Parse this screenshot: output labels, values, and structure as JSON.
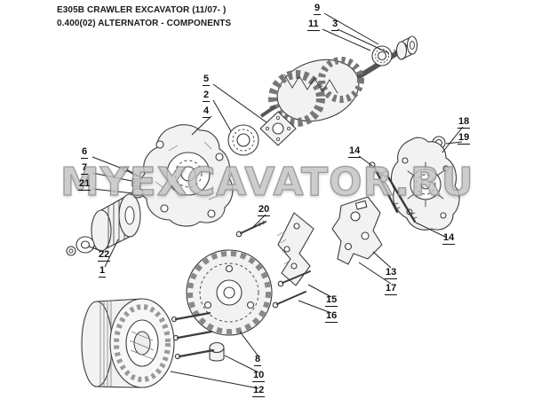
{
  "header": {
    "model_line": "E305B CRAWLER EXCAVATOR (11/07- )",
    "section_line": "0.400(02) ALTERNATOR - COMPONENTS"
  },
  "watermark": {
    "text": "MYEXCAVATOR.RU"
  },
  "diagram": {
    "callouts": [
      {
        "label": "9"
      },
      {
        "label": "11"
      },
      {
        "label": "3"
      },
      {
        "label": "5"
      },
      {
        "label": "2"
      },
      {
        "label": "4"
      },
      {
        "label": "18"
      },
      {
        "label": "19"
      },
      {
        "label": "6"
      },
      {
        "label": "7"
      },
      {
        "label": "21"
      },
      {
        "label": "14"
      },
      {
        "label": "14"
      },
      {
        "label": "20"
      },
      {
        "label": "13"
      },
      {
        "label": "17"
      },
      {
        "label": "22"
      },
      {
        "label": "1"
      },
      {
        "label": "15"
      },
      {
        "label": "16"
      },
      {
        "label": "8"
      },
      {
        "label": "10"
      },
      {
        "label": "12"
      }
    ]
  },
  "colors": {
    "line": "#3b3b3b",
    "watermark": "#c3c3c3",
    "background": "#ffffff"
  }
}
